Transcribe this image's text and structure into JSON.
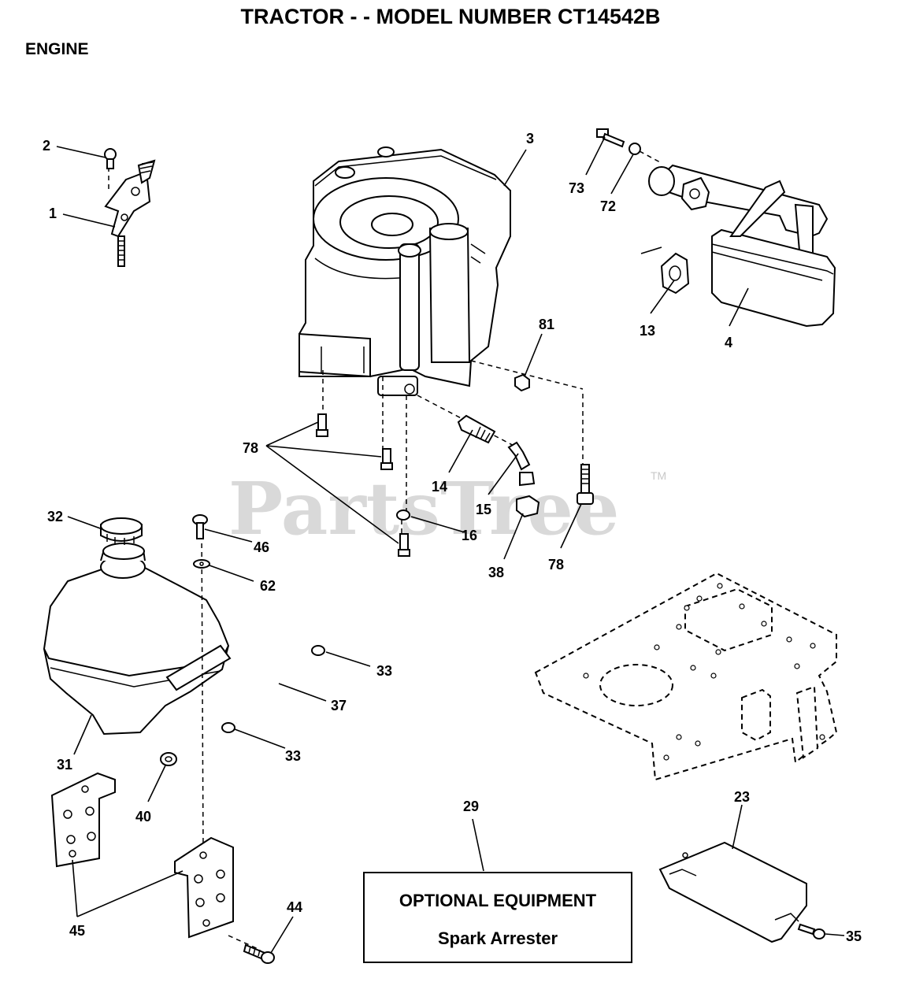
{
  "title": "TRACTOR - - MODEL NUMBER CT14542B",
  "section": "ENGINE",
  "watermark": {
    "text": "PartsTree",
    "tm": "TM"
  },
  "callouts": [
    {
      "id": "c1",
      "text": "1"
    },
    {
      "id": "c2",
      "text": "2"
    },
    {
      "id": "c3",
      "text": "3"
    },
    {
      "id": "c4",
      "text": "4"
    },
    {
      "id": "c13",
      "text": "13"
    },
    {
      "id": "c14",
      "text": "14"
    },
    {
      "id": "c15",
      "text": "15"
    },
    {
      "id": "c16",
      "text": "16"
    },
    {
      "id": "c23",
      "text": "23"
    },
    {
      "id": "c29",
      "text": "29"
    },
    {
      "id": "c31",
      "text": "31"
    },
    {
      "id": "c32",
      "text": "32"
    },
    {
      "id": "c33a",
      "text": "33"
    },
    {
      "id": "c33b",
      "text": "33"
    },
    {
      "id": "c35",
      "text": "35"
    },
    {
      "id": "c37",
      "text": "37"
    },
    {
      "id": "c38",
      "text": "38"
    },
    {
      "id": "c40",
      "text": "40"
    },
    {
      "id": "c44",
      "text": "44"
    },
    {
      "id": "c45",
      "text": "45"
    },
    {
      "id": "c46",
      "text": "46"
    },
    {
      "id": "c62",
      "text": "62"
    },
    {
      "id": "c72",
      "text": "72"
    },
    {
      "id": "c73",
      "text": "73"
    },
    {
      "id": "c78a",
      "text": "78"
    },
    {
      "id": "c78b",
      "text": "78"
    },
    {
      "id": "c81",
      "text": "81"
    }
  ],
  "optional_box": {
    "heading": "OPTIONAL EQUIPMENT",
    "item": "Spark Arrester"
  }
}
